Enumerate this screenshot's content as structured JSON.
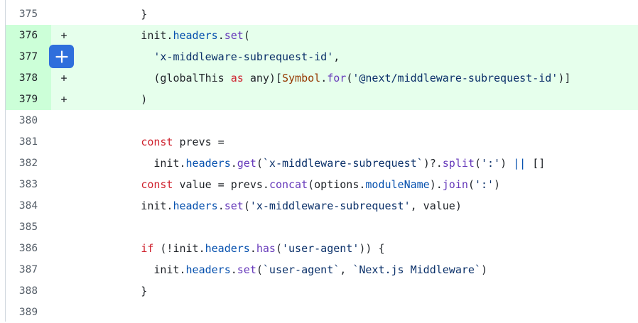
{
  "diff": {
    "lines": [
      {
        "num": "375",
        "mark": "",
        "added": false,
        "code": [
          {
            "t": "          }",
            "c": ""
          }
        ]
      },
      {
        "num": "376",
        "mark": "+",
        "added": true,
        "code": [
          {
            "t": "          init.",
            "c": ""
          },
          {
            "t": "headers",
            "c": "prop"
          },
          {
            "t": ".",
            "c": ""
          },
          {
            "t": "set",
            "c": "fn"
          },
          {
            "t": "(",
            "c": ""
          }
        ]
      },
      {
        "num": "377",
        "mark": "",
        "added": true,
        "code": [
          {
            "t": "            ",
            "c": ""
          },
          {
            "t": "'x-middleware-subrequest-id'",
            "c": "str"
          },
          {
            "t": ",",
            "c": ""
          }
        ]
      },
      {
        "num": "378",
        "mark": "+",
        "added": true,
        "code": [
          {
            "t": "            (globalThis ",
            "c": ""
          },
          {
            "t": "as",
            "c": "kw"
          },
          {
            "t": " any)[",
            "c": ""
          },
          {
            "t": "Symbol",
            "c": "sym"
          },
          {
            "t": ".",
            "c": ""
          },
          {
            "t": "for",
            "c": "fn"
          },
          {
            "t": "(",
            "c": ""
          },
          {
            "t": "'@next/middleware-subrequest-id'",
            "c": "str"
          },
          {
            "t": ")]",
            "c": ""
          }
        ]
      },
      {
        "num": "379",
        "mark": "+",
        "added": true,
        "code": [
          {
            "t": "          )",
            "c": ""
          }
        ]
      },
      {
        "num": "380",
        "mark": "",
        "added": false,
        "code": []
      },
      {
        "num": "381",
        "mark": "",
        "added": false,
        "code": [
          {
            "t": "          ",
            "c": ""
          },
          {
            "t": "const",
            "c": "kw"
          },
          {
            "t": " prevs =",
            "c": ""
          }
        ]
      },
      {
        "num": "382",
        "mark": "",
        "added": false,
        "code": [
          {
            "t": "            init.",
            "c": ""
          },
          {
            "t": "headers",
            "c": "prop"
          },
          {
            "t": ".",
            "c": ""
          },
          {
            "t": "get",
            "c": "fn"
          },
          {
            "t": "(",
            "c": ""
          },
          {
            "t": "`x-middleware-subrequest`",
            "c": "str"
          },
          {
            "t": ")?.",
            "c": ""
          },
          {
            "t": "split",
            "c": "fn"
          },
          {
            "t": "(",
            "c": ""
          },
          {
            "t": "':'",
            "c": "str"
          },
          {
            "t": ") ",
            "c": ""
          },
          {
            "t": "||",
            "c": "prop"
          },
          {
            "t": " []",
            "c": ""
          }
        ]
      },
      {
        "num": "383",
        "mark": "",
        "added": false,
        "code": [
          {
            "t": "          ",
            "c": ""
          },
          {
            "t": "const",
            "c": "kw"
          },
          {
            "t": " value = prevs.",
            "c": ""
          },
          {
            "t": "concat",
            "c": "fn"
          },
          {
            "t": "(options.",
            "c": ""
          },
          {
            "t": "moduleName",
            "c": "prop"
          },
          {
            "t": ").",
            "c": ""
          },
          {
            "t": "join",
            "c": "fn"
          },
          {
            "t": "(",
            "c": ""
          },
          {
            "t": "':'",
            "c": "str"
          },
          {
            "t": ")",
            "c": ""
          }
        ]
      },
      {
        "num": "384",
        "mark": "",
        "added": false,
        "code": [
          {
            "t": "          init.",
            "c": ""
          },
          {
            "t": "headers",
            "c": "prop"
          },
          {
            "t": ".",
            "c": ""
          },
          {
            "t": "set",
            "c": "fn"
          },
          {
            "t": "(",
            "c": ""
          },
          {
            "t": "'x-middleware-subrequest'",
            "c": "str"
          },
          {
            "t": ", value)",
            "c": ""
          }
        ]
      },
      {
        "num": "385",
        "mark": "",
        "added": false,
        "code": []
      },
      {
        "num": "386",
        "mark": "",
        "added": false,
        "code": [
          {
            "t": "          ",
            "c": ""
          },
          {
            "t": "if",
            "c": "kw"
          },
          {
            "t": " (!init.",
            "c": ""
          },
          {
            "t": "headers",
            "c": "prop"
          },
          {
            "t": ".",
            "c": ""
          },
          {
            "t": "has",
            "c": "fn"
          },
          {
            "t": "(",
            "c": ""
          },
          {
            "t": "'user-agent'",
            "c": "str"
          },
          {
            "t": ")) {",
            "c": ""
          }
        ]
      },
      {
        "num": "387",
        "mark": "",
        "added": false,
        "code": [
          {
            "t": "            init.",
            "c": ""
          },
          {
            "t": "headers",
            "c": "prop"
          },
          {
            "t": ".",
            "c": ""
          },
          {
            "t": "set",
            "c": "fn"
          },
          {
            "t": "(",
            "c": ""
          },
          {
            "t": "`user-agent`",
            "c": "str"
          },
          {
            "t": ", ",
            "c": ""
          },
          {
            "t": "`Next.js Middleware`",
            "c": "str"
          },
          {
            "t": ")",
            "c": ""
          }
        ]
      },
      {
        "num": "388",
        "mark": "",
        "added": false,
        "code": [
          {
            "t": "          }",
            "c": ""
          }
        ]
      },
      {
        "num": "389",
        "mark": "",
        "added": false,
        "code": []
      }
    ],
    "add_comment_icon": "plus-icon",
    "colors": {
      "added_bg": "#e6ffec",
      "added_num_bg": "#ccffd8",
      "button_bg": "#2f6fdc"
    }
  }
}
